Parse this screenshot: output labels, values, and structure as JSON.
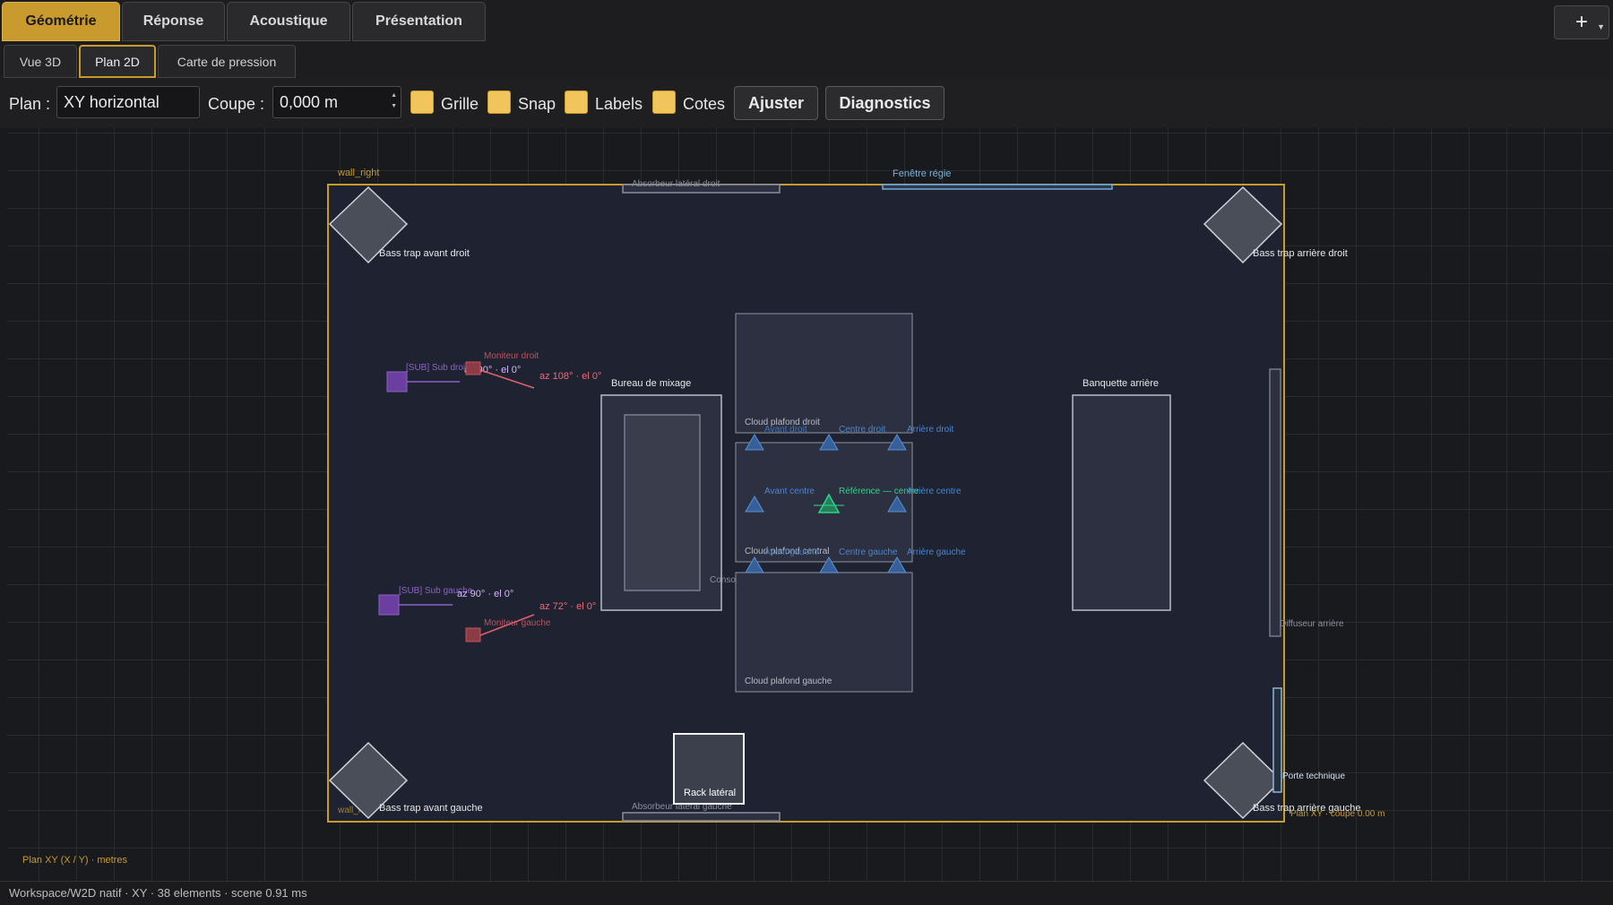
{
  "tabs": [
    {
      "label": "Géométrie",
      "active": true
    },
    {
      "label": "Réponse"
    },
    {
      "label": "Acoustique"
    },
    {
      "label": "Présentation"
    }
  ],
  "add_button": {
    "icon": "plus-icon",
    "label": "+"
  },
  "subtabs": [
    {
      "label": "Vue 3D"
    },
    {
      "label": "Plan 2D",
      "active": true
    },
    {
      "label": "Carte de pression"
    }
  ],
  "toolbar": {
    "plan_label": "Plan :",
    "plan_value": "XY horizontal",
    "coupe_label": "Coupe :",
    "coupe_value": "0,000 m",
    "checkboxes": [
      "Grille",
      "Snap",
      "Labels",
      "Cotes"
    ],
    "ajuster": "Ajuster",
    "diagnostics": "Diagnostics"
  },
  "plan": {
    "wall_right": "wall_right",
    "absorbeur_droit": "Absorbeur latéral droit",
    "fenetre": "Fenêtre régie",
    "bass_avant_droit": "Bass trap avant droit",
    "bass_arriere_droit": "Bass trap arrière droit",
    "bass_avant_gauche": "Bass trap avant gauche",
    "bass_arriere_gauche": "Bass trap arrière gauche",
    "moniteur_droit": "Moniteur droit",
    "sub_droit": "[SUB] Sub droit",
    "sub_droit_az": "az 90° · el 0°",
    "moniteur_droit_az": "az 108° · el 0°",
    "bureau": "Bureau de mixage",
    "cloud_droit": "Cloud plafond droit",
    "cloud_central": "Cloud plafond central",
    "cloud_gauche": "Cloud plafond gauche",
    "console": "Console de contrôle",
    "avant_droit": "Avant droit",
    "centre_droit": "Centre droit",
    "arriere_droit": "Arrière droit",
    "avant_centre": "Avant centre",
    "reference": "Référence — centre",
    "arriere_centre": "Arrière centre",
    "avant_gauche": "Avant gauche",
    "centre_gauche": "Centre gauche",
    "arriere_gauche": "Arrière gauche",
    "banquette": "Banquette arrière",
    "diffuseur": "Diffuseur arrière",
    "sub_gauche": "[SUB] Sub gauche",
    "sub_gauche_az": "az 90° · el 0°",
    "moniteur_gauche": "Moniteur gauche",
    "moniteur_gauche_az": "az 72° · el 0°",
    "rack": "Rack latéral",
    "absorbeur_gauche": "Absorbeur latéral gauche",
    "porte": "Porte technique",
    "wall_left": "wall_left",
    "coupe_info": "Plan XY · coupe 0.00 m",
    "axes_info": "Plan XY (X / Y) · metres"
  },
  "status": "Workspace/W2D natif · XY · 38 elements · scene 0.91 ms",
  "colors": {
    "accent": "#c99a2e",
    "speaker": "#3f73b5",
    "reference": "#2fb37a",
    "subwoofer": "#7d4bb3",
    "monitor": "#b84a4f"
  }
}
